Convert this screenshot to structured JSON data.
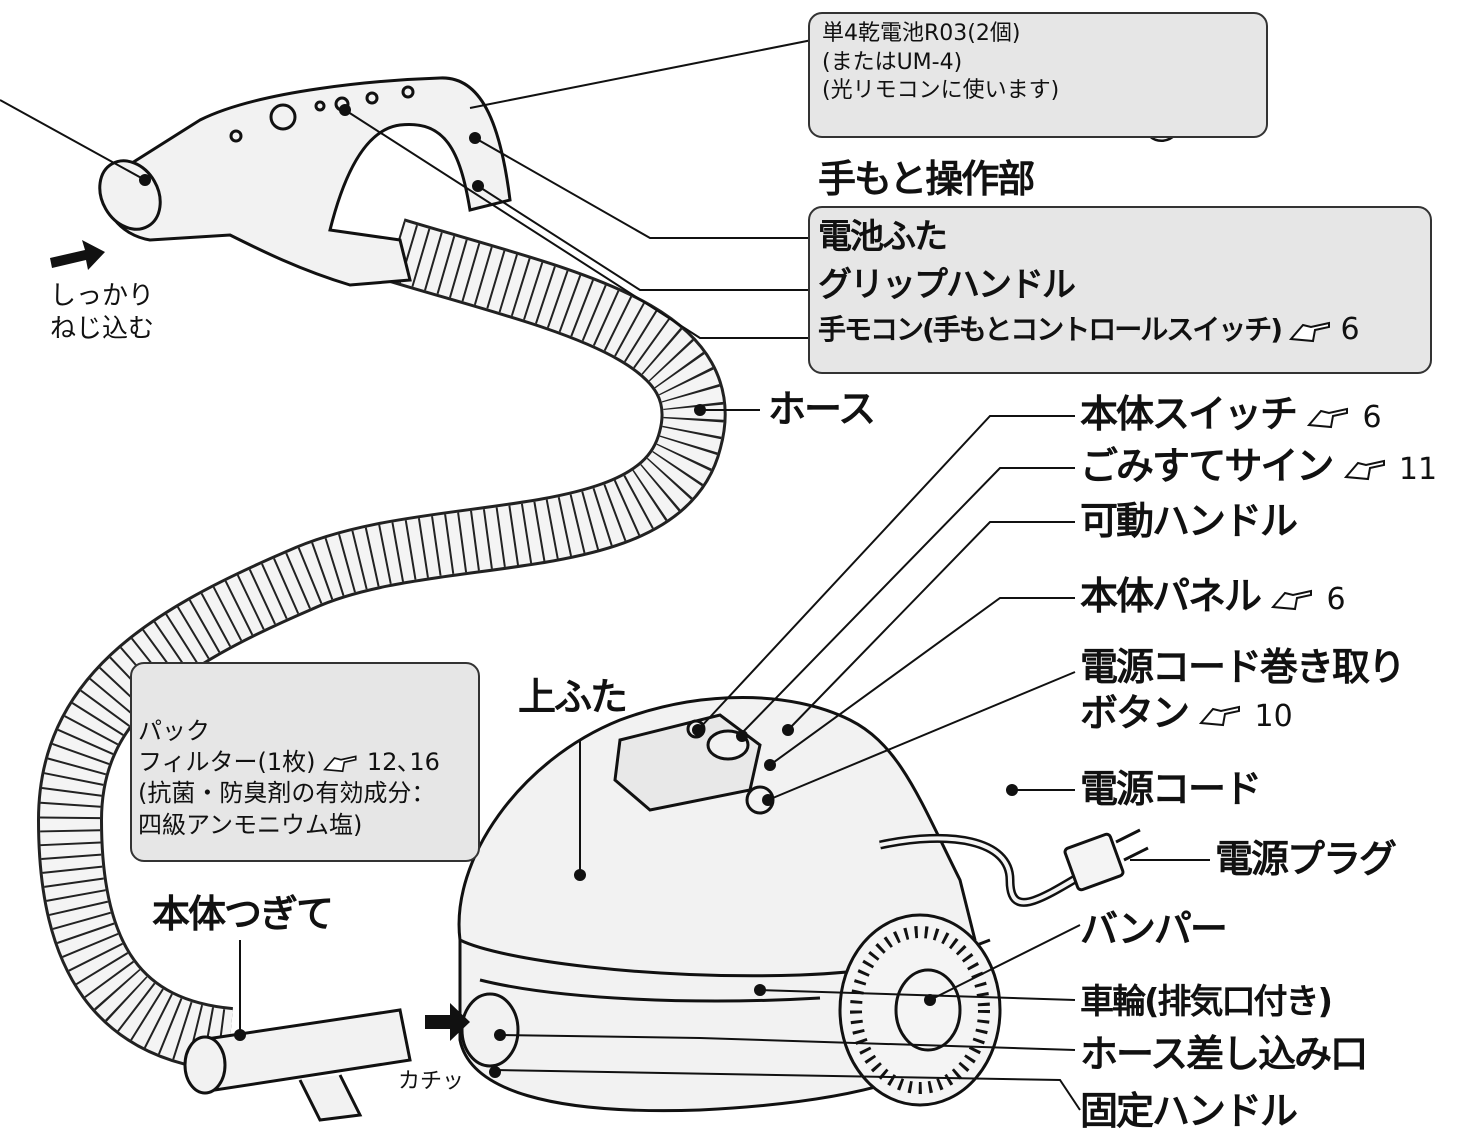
{
  "battery_box": {
    "line1": "単4乾電池R03(2個)",
    "line2": "(またはUM-4)",
    "line3": "(光リモコンに使います)"
  },
  "hand_control": {
    "heading": "手もと操作部",
    "items": [
      "電池ふた",
      "グリップハンドル",
      "手モコン(手もとコントロールスイッチ)"
    ],
    "ref": "6"
  },
  "screw_note": {
    "line1": "しっかり",
    "line2": "ねじ込む"
  },
  "labels": {
    "hose": "ホース",
    "body_switch": "本体スイッチ",
    "body_switch_ref": "6",
    "dust_sign": "ごみすてサイン",
    "dust_sign_ref": "11",
    "movable_handle": "可動ハンドル",
    "body_panel": "本体パネル",
    "body_panel_ref": "6",
    "cord_button_1": "電源コード巻き取り",
    "cord_button_2": "ボタン",
    "cord_button_ref": "10",
    "power_cord": "電源コード",
    "power_plug": "電源プラグ",
    "bumper": "バンパー",
    "wheel": "車輪(排気口付き)",
    "hose_inlet": "ホース差し込み口",
    "fixed_handle": "固定ハンドル",
    "top_lid": "上ふた",
    "body_joint": "本体つぎて",
    "click": "カチッ"
  },
  "filter_box": {
    "line1": "パック",
    "line2": "フィルター(1枚)",
    "ref": "12､16",
    "line3": "(抗菌・防臭剤の有効成分：",
    "line4": "四級アンモニウム塩)"
  },
  "colors": {
    "box_fill": "#e6e6e6",
    "line": "#111111",
    "body_fill": "#f2f2f2"
  }
}
